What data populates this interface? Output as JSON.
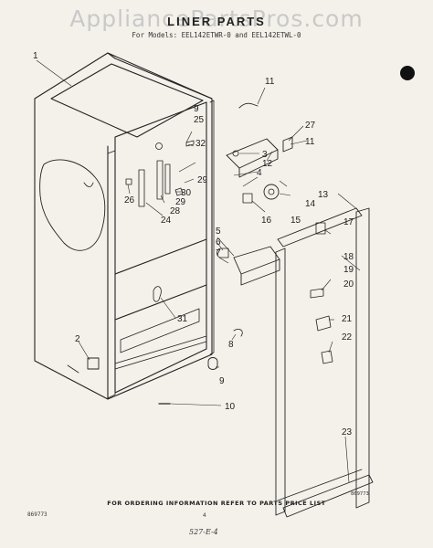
{
  "watermark": "AppliancePartsPros.com",
  "header": {
    "title": "LINER PARTS",
    "subtitle": "For Models: EEL142ETWR-0 and EEL142ETWL-0"
  },
  "callouts": [
    "1",
    "2",
    "3",
    "4",
    "5",
    "6",
    "7",
    "8",
    "9",
    "9",
    "10",
    "11",
    "11",
    "12",
    "13",
    "14",
    "15",
    "16",
    "17",
    "18",
    "19",
    "20",
    "21",
    "22",
    "23",
    "24",
    "25",
    "26",
    "27",
    "28",
    "29",
    "29",
    "30",
    "31",
    "32"
  ],
  "footer": {
    "note": "FOR ORDERING INFORMATION REFER TO PARTS PRICE LIST",
    "doc_left": "869773",
    "page_number": "4",
    "doc_right": "869773",
    "page_code": "527-E-4"
  }
}
